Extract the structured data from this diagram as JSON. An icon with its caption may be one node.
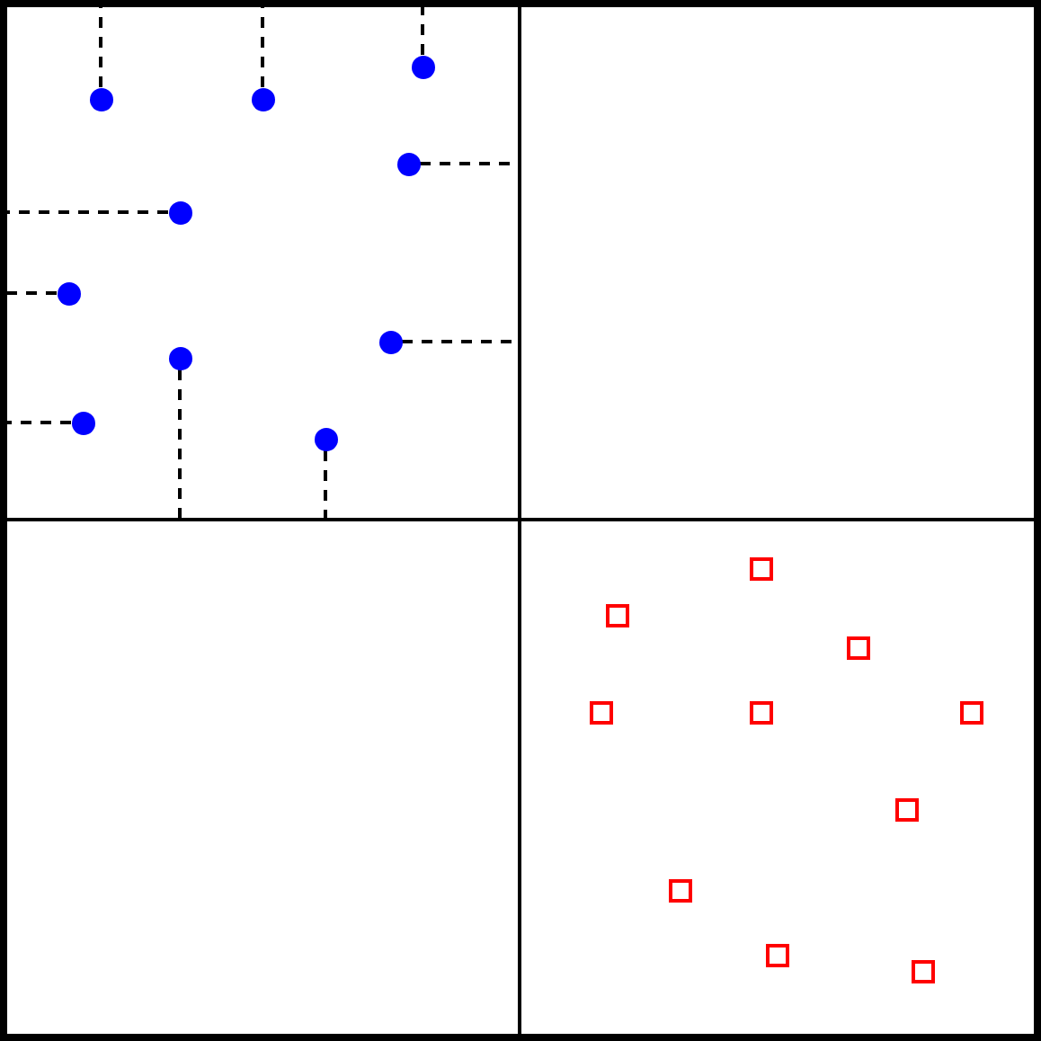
{
  "diagram": {
    "nodes": [
      {
        "text": [],
        "shape": "box"
      },
      {
        "text": [],
        "shape": "box",
        "in": 0
      },
      {
        "text": [],
        "shape": "box",
        "in": 0
      },
      {
        "text": [],
        "shape": "box",
        "in": 0
      },
      {
        "text": [],
        "shape": "box",
        "in": 0
      },
      {
        "text": [],
        "shape": "circle",
        "in": 1
      },
      {
        "text": [],
        "shape": "circle",
        "in": 1
      },
      {
        "text": [],
        "shape": "circle",
        "in": 1
      },
      {
        "text": [],
        "shape": "circle",
        "in": 1
      },
      {
        "text": [],
        "shape": "circle",
        "in": 1
      },
      {
        "text": [],
        "shape": "circle",
        "in": 1
      },
      {
        "text": [],
        "shape": "circle",
        "in": 1
      },
      {
        "text": [],
        "shape": "circle",
        "in": 1
      },
      {
        "text": [],
        "shape": "circle",
        "in": 1
      },
      {
        "text": [],
        "shape": "circle",
        "in": 1
      },
      {
        "text": [],
        "shape": "box",
        "in": 4
      },
      {
        "text": [],
        "shape": "box",
        "in": 4
      },
      {
        "text": [],
        "shape": "box",
        "in": 4
      },
      {
        "text": [],
        "shape": "box",
        "in": 4
      },
      {
        "text": [],
        "shape": "box",
        "in": 4
      },
      {
        "text": [],
        "shape": "box",
        "in": 4
      },
      {
        "text": [],
        "shape": "box",
        "in": 4
      },
      {
        "text": [],
        "shape": "box",
        "in": 4
      },
      {
        "text": [],
        "shape": "box",
        "in": 4
      },
      {
        "text": [],
        "shape": "box",
        "in": 4
      }
    ],
    "edges": [
      {
        "from": 5,
        "to": 1,
        "arrow": "none",
        "style": "dashed"
      },
      {
        "from": 6,
        "to": 1,
        "arrow": "none",
        "style": "dashed"
      },
      {
        "from": 7,
        "to": 1,
        "arrow": "none",
        "style": "dashed"
      },
      {
        "from": 8,
        "to": 1,
        "arrow": "none",
        "style": "dashed"
      },
      {
        "from": 9,
        "to": 1,
        "arrow": "none",
        "style": "dashed"
      },
      {
        "from": 10,
        "to": 1,
        "arrow": "none",
        "style": "dashed"
      },
      {
        "from": 11,
        "to": 1,
        "arrow": "none",
        "style": "dashed"
      },
      {
        "from": 12,
        "to": 1,
        "arrow": "none",
        "style": "dashed"
      },
      {
        "from": 13,
        "to": 1,
        "arrow": "none",
        "style": "dashed"
      },
      {
        "from": 14,
        "to": 1,
        "arrow": "none",
        "style": "dashed"
      }
    ]
  }
}
